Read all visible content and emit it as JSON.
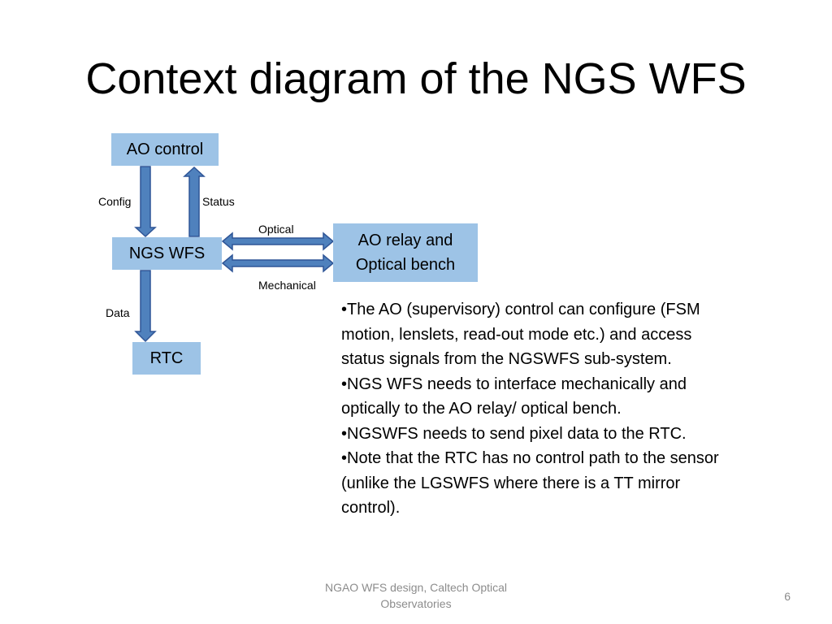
{
  "slide": {
    "title": "Context diagram of the NGS WFS",
    "footer": "NGAO WFS design, Caltech Optical Observatories",
    "page_number": "6"
  },
  "diagram": {
    "nodes": {
      "ao_control": "AO control",
      "ngs_wfs": "NGS WFS",
      "ao_relay_line1": "AO relay and",
      "ao_relay_line2": "Optical bench",
      "rtc": "RTC"
    },
    "edges": {
      "config": "Config",
      "status": "Status",
      "optical": "Optical",
      "mechanical": "Mechanical",
      "data": "Data"
    },
    "colors": {
      "box_fill": "#9dc3e6",
      "arrow_fill": "#4f81bd",
      "arrow_stroke": "#2f5597"
    }
  },
  "notes": [
    "•The AO (supervisory) control can configure (FSM motion, lenslets, read-out mode etc.) and access status signals from the NGSWFS sub-system.",
    "•NGS WFS needs to interface mechanically and optically to the AO relay/ optical bench.",
    "•NGSWFS needs to send pixel data to the RTC.",
    "•Note that the RTC has no control path to the sensor (unlike the LGSWFS where there is a TT mirror control)."
  ]
}
